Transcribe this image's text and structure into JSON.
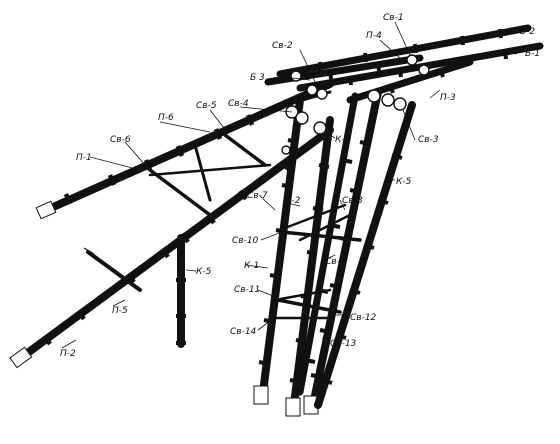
{
  "diagram": {
    "labels": {
      "sv1": "Св-1",
      "sv2": "Св-2",
      "sv3": "Св-3",
      "sv4": "Св-4",
      "sv5": "Св-5",
      "sv6": "Св-6",
      "sv7": "Св-7",
      "sv8": "Св-8",
      "sv9": "Св-9",
      "sv10": "Св-10",
      "sv11": "Св-11",
      "sv12": "Св-12",
      "sv13": "Св-13",
      "sv14": "Св-14",
      "p1": "П-1",
      "p2": "П-2",
      "p3": "П-3",
      "p4": "П-4",
      "p5": "П-5",
      "p6": "П-6",
      "k1": "К-1",
      "k2": "К-2",
      "k3": "К-3",
      "k5": "К-5",
      "k5b": "К-5",
      "b1": "Б-1",
      "b2": "Б-2",
      "b3": "Б 3"
    }
  }
}
